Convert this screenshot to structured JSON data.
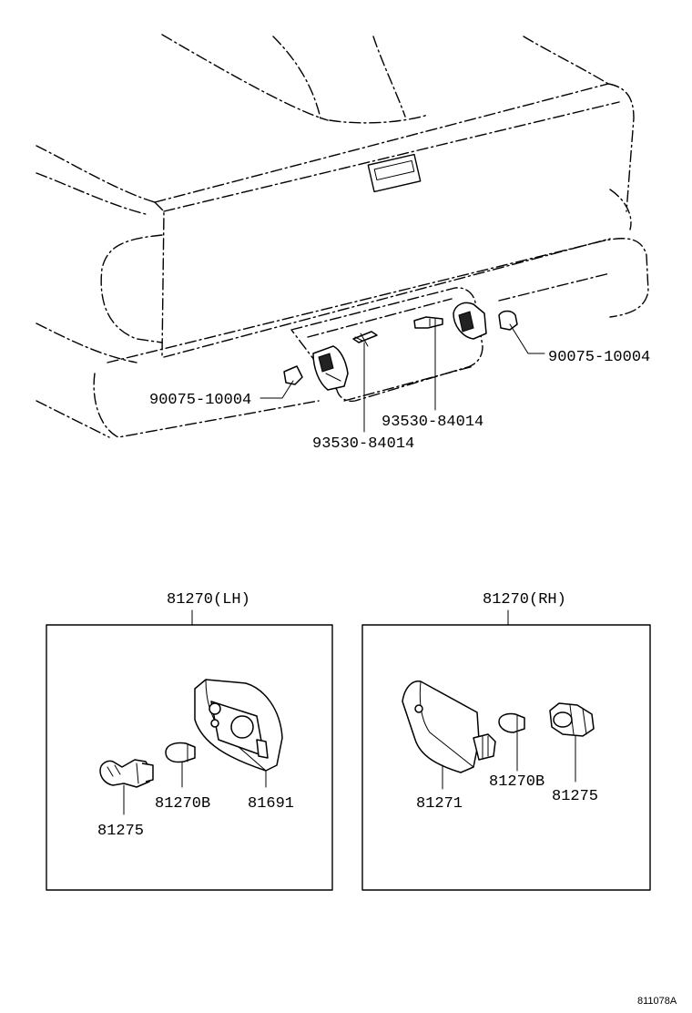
{
  "labels": {
    "grommet_left": "90075-10004",
    "grommet_right": "90075-10004",
    "screw_right": "93530-84014",
    "screw_left": "93530-84014",
    "assembly_lh": "81270(LH)",
    "assembly_rh": "81270(RH)",
    "lh_socket": "81275",
    "lh_bulb": "81270B",
    "lh_lens": "81691",
    "rh_lens": "81271",
    "rh_bulb": "81270B",
    "rh_socket": "81275"
  },
  "figure_code": "811078A"
}
